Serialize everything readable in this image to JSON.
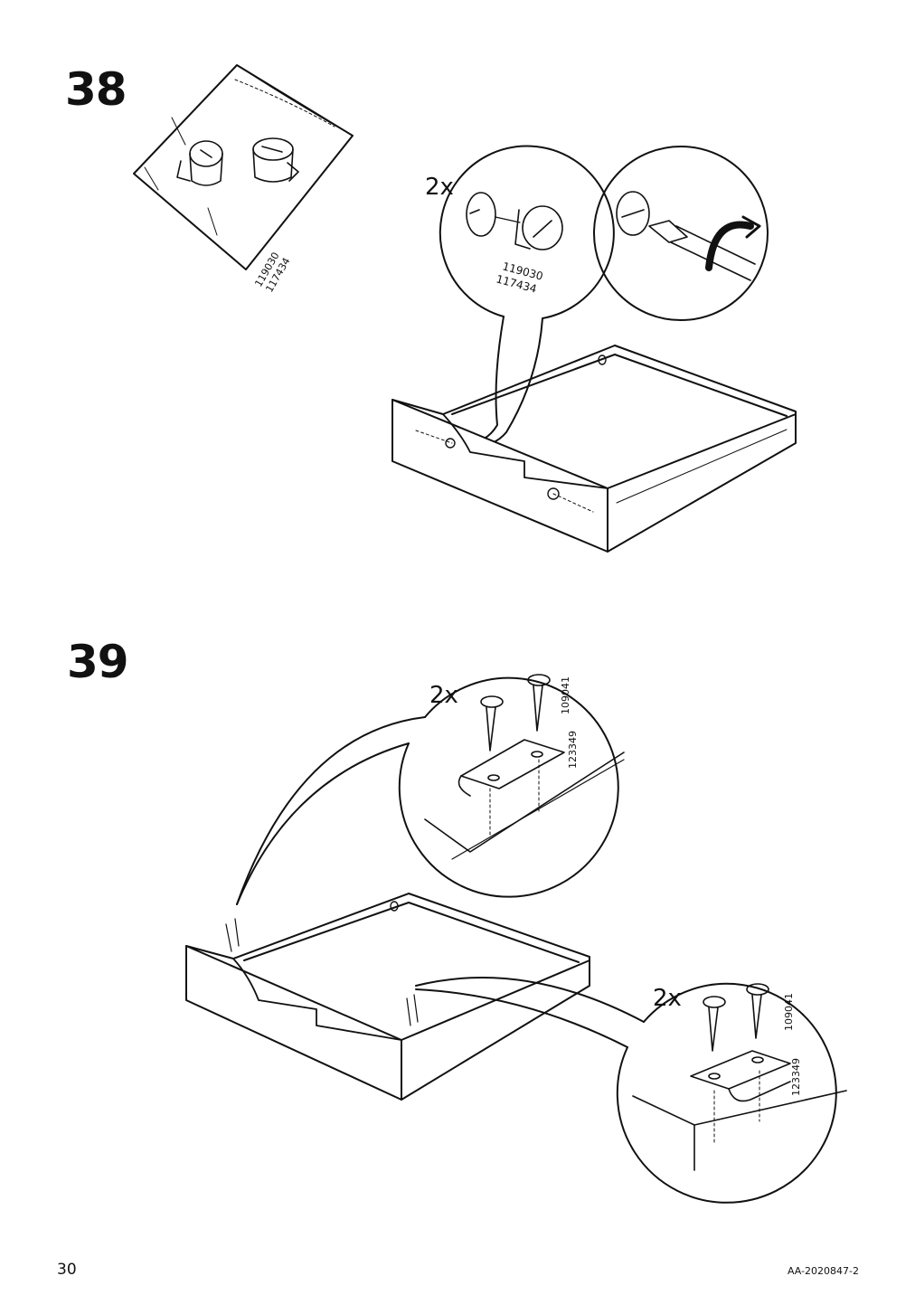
{
  "steps": [
    {
      "number": "38",
      "quantity": "2x",
      "part_numbers": [
        "119030",
        "117434"
      ]
    },
    {
      "number": "39",
      "quantity": "2x",
      "part_numbers": [
        "109041",
        "123349"
      ]
    }
  ],
  "footer": {
    "page_number": "30",
    "document_code": "AA-2020847-2"
  },
  "icons": [
    "plastic-bag-icon",
    "cam-lock-icon",
    "screwdriver-icon",
    "rotation-arrow-icon",
    "screw-icon",
    "metal-bracket-icon",
    "drawer-icon"
  ]
}
